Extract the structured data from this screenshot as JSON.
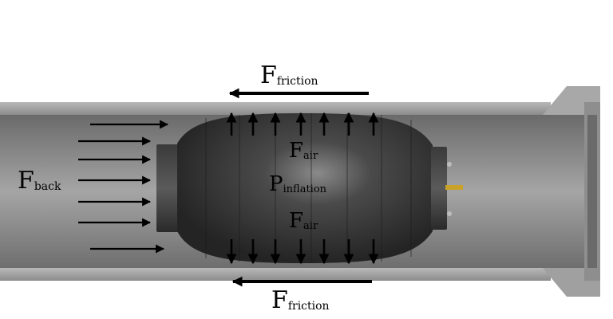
{
  "labels": {
    "friction_top": {
      "main": "F",
      "sub": "friction"
    },
    "friction_bottom": {
      "main": "F",
      "sub": "friction"
    },
    "back": {
      "main": "F",
      "sub": "back"
    },
    "air_top": {
      "main": "F",
      "sub": "air"
    },
    "inflation": {
      "main": "P",
      "sub": "inflation"
    },
    "air_bottom": {
      "main": "F",
      "sub": "air"
    }
  },
  "colors": {
    "pipe_wall": "#9a9a9a",
    "pipe_interior": "#7d7d7d",
    "plug_body": "#2e2e2e",
    "arrow": "#000000",
    "valve": "#c9a227"
  }
}
